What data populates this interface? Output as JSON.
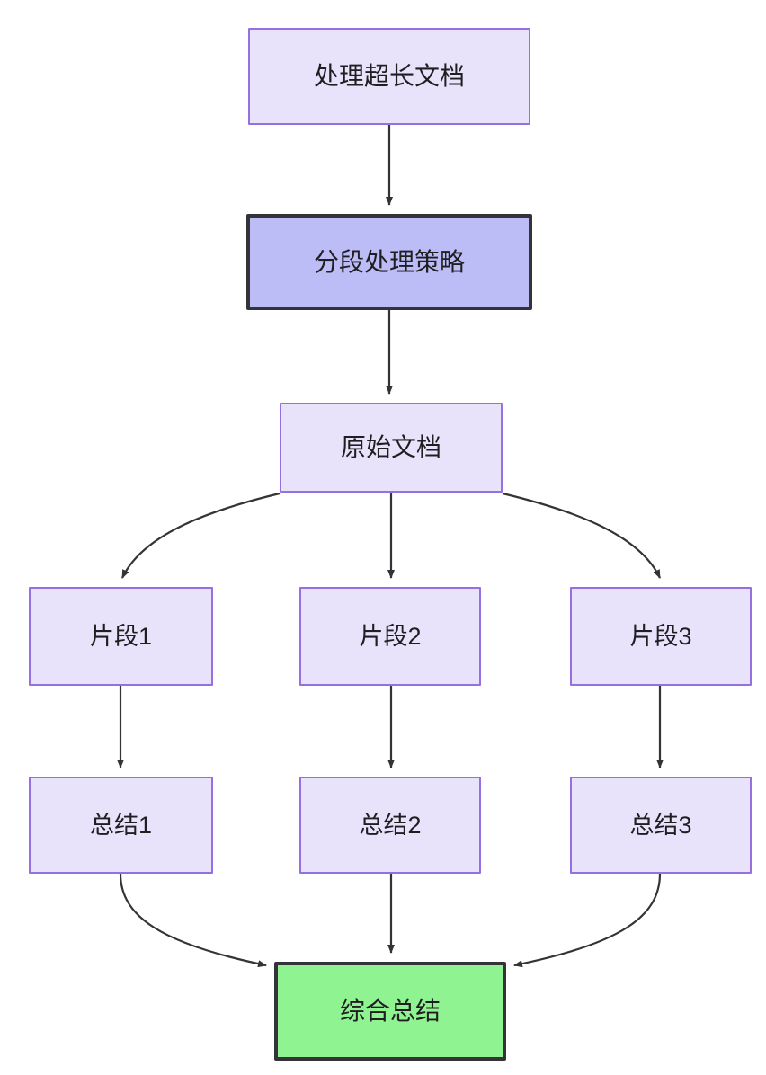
{
  "diagram": {
    "type": "flowchart",
    "direction": "top-down",
    "background_color": "#ffffff",
    "title_text": "",
    "styles": {
      "normal_fill": "#e8e3fb",
      "normal_stroke": "#9670e0",
      "strong_fill": "#bcbcf7",
      "strong_stroke": "#333338",
      "done_fill": "#90f391",
      "done_stroke": "#333338",
      "edge_stroke": "#333338",
      "text_color": "#1f1f21"
    },
    "nodes": [
      {
        "id": "root",
        "label": "处理超长文档",
        "style": "normal"
      },
      {
        "id": "strategy",
        "label": "分段处理策略",
        "style": "strong"
      },
      {
        "id": "source",
        "label": "原始文档",
        "style": "normal"
      },
      {
        "id": "frag1",
        "label": "片段1",
        "style": "normal"
      },
      {
        "id": "frag2",
        "label": "片段2",
        "style": "normal"
      },
      {
        "id": "frag3",
        "label": "片段3",
        "style": "normal"
      },
      {
        "id": "sum1",
        "label": "总结1",
        "style": "normal"
      },
      {
        "id": "sum2",
        "label": "总结2",
        "style": "normal"
      },
      {
        "id": "sum3",
        "label": "总结3",
        "style": "normal"
      },
      {
        "id": "final",
        "label": "综合总结",
        "style": "done"
      }
    ],
    "edges": [
      {
        "from": "root",
        "to": "strategy",
        "label": "",
        "shape": "straight"
      },
      {
        "from": "strategy",
        "to": "source",
        "label": "",
        "shape": "straight"
      },
      {
        "from": "source",
        "to": "frag1",
        "label": "",
        "shape": "curved"
      },
      {
        "from": "source",
        "to": "frag2",
        "label": "",
        "shape": "straight"
      },
      {
        "from": "source",
        "to": "frag3",
        "label": "",
        "shape": "curved"
      },
      {
        "from": "frag1",
        "to": "sum1",
        "label": "",
        "shape": "straight"
      },
      {
        "from": "frag2",
        "to": "sum2",
        "label": "",
        "shape": "straight"
      },
      {
        "from": "frag3",
        "to": "sum3",
        "label": "",
        "shape": "straight"
      },
      {
        "from": "sum1",
        "to": "final",
        "label": "",
        "shape": "curved"
      },
      {
        "from": "sum2",
        "to": "final",
        "label": "",
        "shape": "straight"
      },
      {
        "from": "sum3",
        "to": "final",
        "label": "",
        "shape": "curved"
      }
    ]
  }
}
